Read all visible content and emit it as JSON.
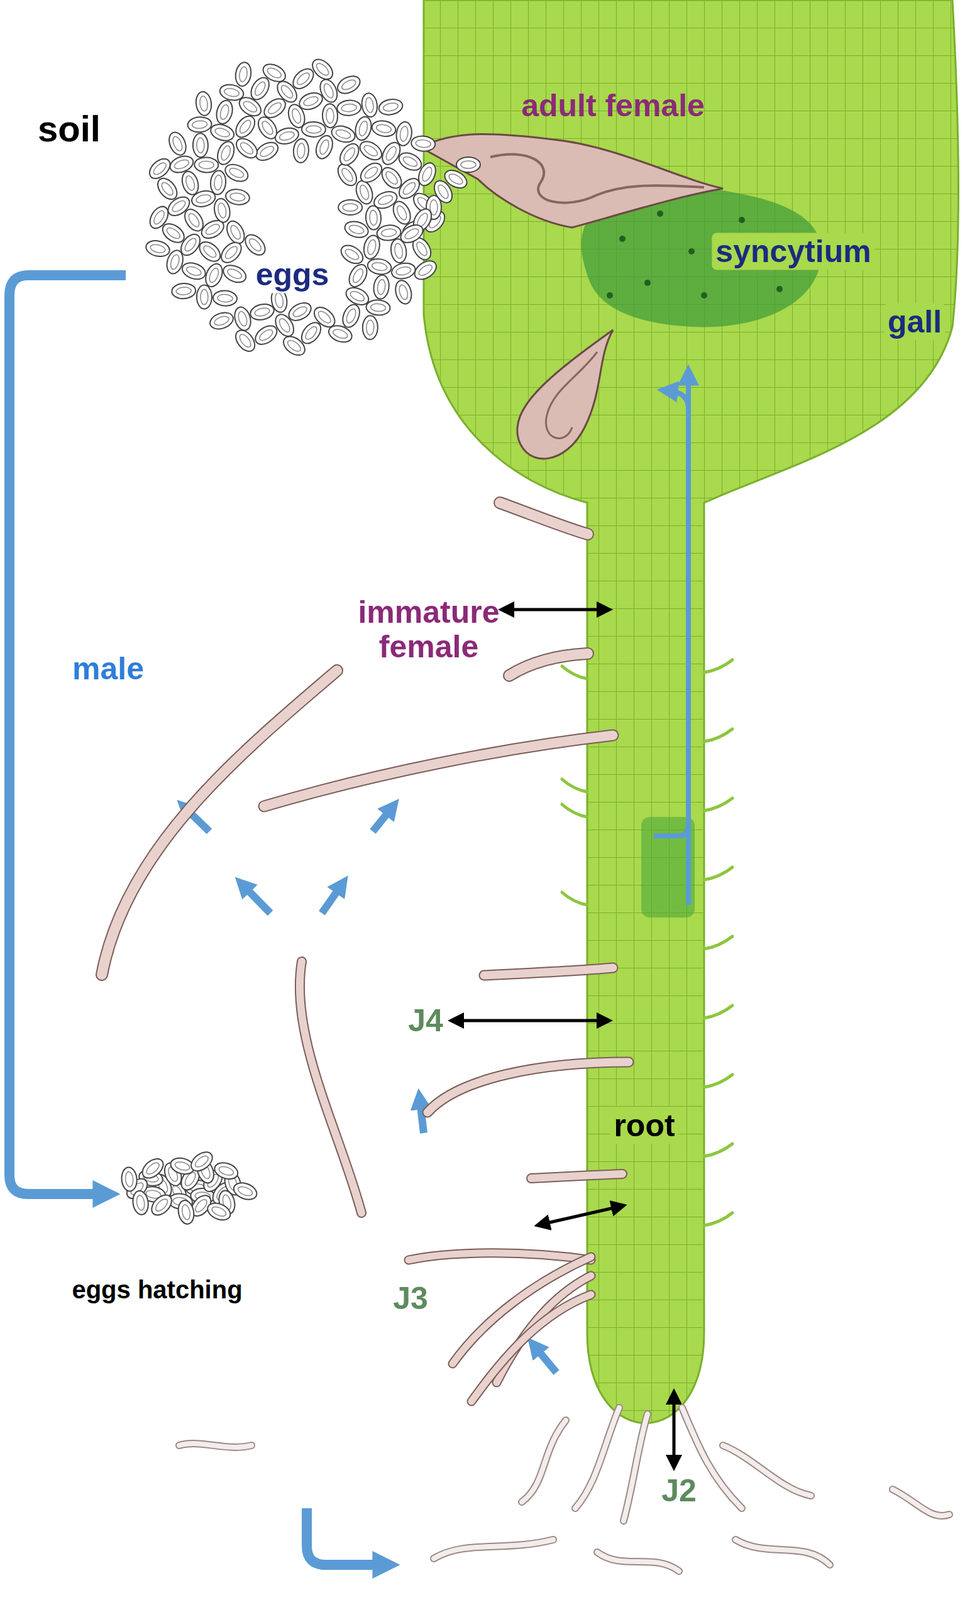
{
  "diagram": {
    "labels": [
      "soil",
      "adult female",
      "eggs",
      "syncytium",
      "gall",
      "immature female",
      "male",
      "J4",
      "root",
      "J3",
      "eggs hatching",
      "J2"
    ]
  }
}
